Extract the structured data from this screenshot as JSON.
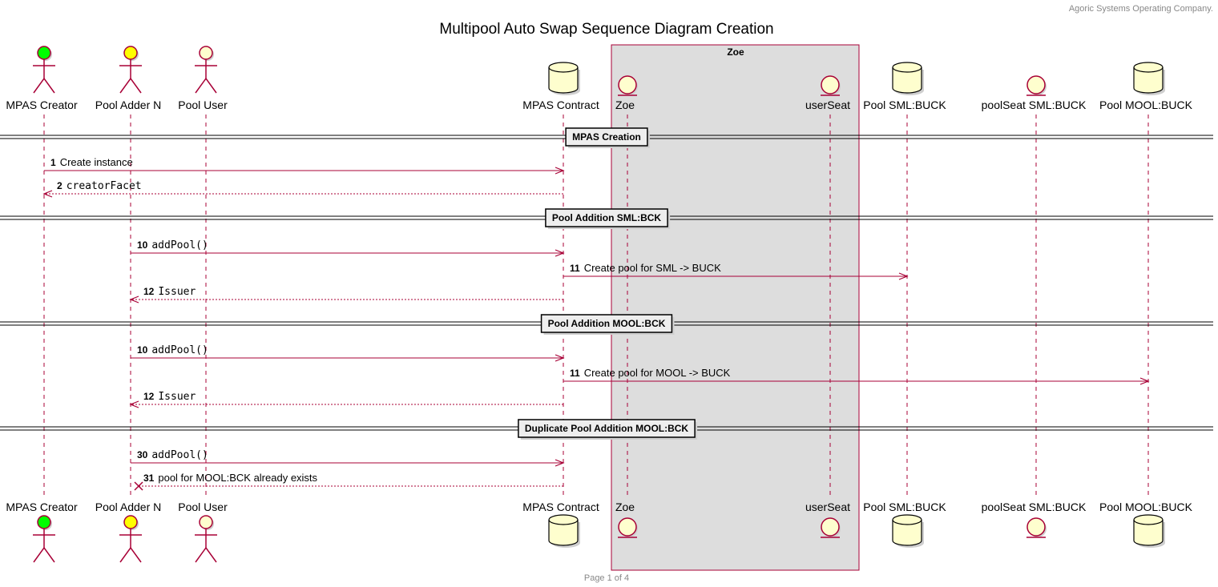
{
  "header_note": "Agoric Systems Operating Company.",
  "title": "Multipool Auto Swap Sequence Diagram Creation",
  "footer": "Page 1 of 4",
  "box_label": "Zoe",
  "colors": {
    "accent": "#a80036",
    "participant_fill": "#fefece",
    "box_fill": "#dddddd",
    "creator_head": "#00ff00",
    "adder_head": "#ffff00"
  },
  "participants": [
    {
      "id": "creator",
      "label": "MPAS Creator",
      "kind": "actor",
      "icon": "actor-icon"
    },
    {
      "id": "adder",
      "label": "Pool Adder N",
      "kind": "actor",
      "icon": "actor-icon"
    },
    {
      "id": "user",
      "label": "Pool User",
      "kind": "actor",
      "icon": "actor-icon"
    },
    {
      "id": "contract",
      "label": "MPAS Contract",
      "kind": "database",
      "icon": "database-icon"
    },
    {
      "id": "zoe",
      "label": "Zoe",
      "kind": "entity",
      "icon": "entity-icon"
    },
    {
      "id": "userSeat",
      "label": "userSeat",
      "kind": "entity",
      "icon": "entity-icon"
    },
    {
      "id": "poolSml",
      "label": "Pool SML:BUCK",
      "kind": "database",
      "icon": "database-icon"
    },
    {
      "id": "poolSeatSml",
      "label": "poolSeat SML:BUCK",
      "kind": "entity",
      "icon": "entity-icon"
    },
    {
      "id": "poolMool",
      "label": "Pool MOOL:BUCK",
      "kind": "database",
      "icon": "database-icon"
    }
  ],
  "sections": [
    {
      "label": "MPAS Creation"
    },
    {
      "label": "Pool Addition SML:BCK"
    },
    {
      "label": "Pool Addition MOOL:BCK"
    },
    {
      "label": "Duplicate Pool Addition MOOL:BCK"
    }
  ],
  "messages": [
    {
      "num": "1",
      "text": "Create instance",
      "from": "creator",
      "to": "contract",
      "kind": "call",
      "mono": false
    },
    {
      "num": "2",
      "text": "creatorFacet",
      "from": "contract",
      "to": "creator",
      "kind": "return",
      "mono": true
    },
    {
      "num": "10",
      "text": "addPool()",
      "from": "adder",
      "to": "contract",
      "kind": "call",
      "mono": true
    },
    {
      "num": "11",
      "text": "Create pool for SML -> BUCK",
      "from": "contract",
      "to": "poolSml",
      "kind": "call",
      "mono": false
    },
    {
      "num": "12",
      "text": "Issuer",
      "from": "contract",
      "to": "adder",
      "kind": "return",
      "mono": true
    },
    {
      "num": "10",
      "text": "addPool()",
      "from": "adder",
      "to": "contract",
      "kind": "call",
      "mono": true
    },
    {
      "num": "11",
      "text": "Create pool for MOOL -> BUCK",
      "from": "contract",
      "to": "poolMool",
      "kind": "call",
      "mono": false
    },
    {
      "num": "12",
      "text": "Issuer",
      "from": "contract",
      "to": "adder",
      "kind": "return",
      "mono": true
    },
    {
      "num": "30",
      "text": "addPool()",
      "from": "adder",
      "to": "contract",
      "kind": "call",
      "mono": true
    },
    {
      "num": "31",
      "text": "pool for MOOL:BCK already exists",
      "from": "contract",
      "to": "adder",
      "kind": "lost",
      "mono": false
    }
  ]
}
